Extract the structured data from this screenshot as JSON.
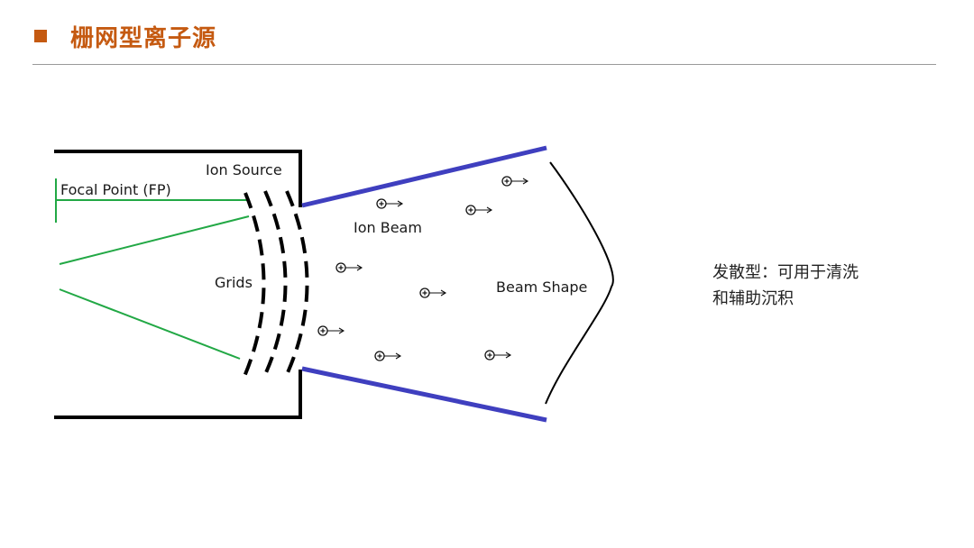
{
  "header": {
    "title": "栅网型离子源"
  },
  "diagram": {
    "labels": {
      "ion_source": "Ion Source",
      "focal_point": "Focal Point (FP)",
      "ion_beam": "Ion Beam",
      "grids": "Grids",
      "beam_shape": "Beam Shape"
    }
  },
  "caption": {
    "line1": "发散型：可用于清洗",
    "line2": "和辅助沉积"
  },
  "colors": {
    "accent": "#c55a11",
    "beam_edge": "#3f3fbf",
    "focal_lines": "#22a845",
    "housing": "#000000"
  }
}
